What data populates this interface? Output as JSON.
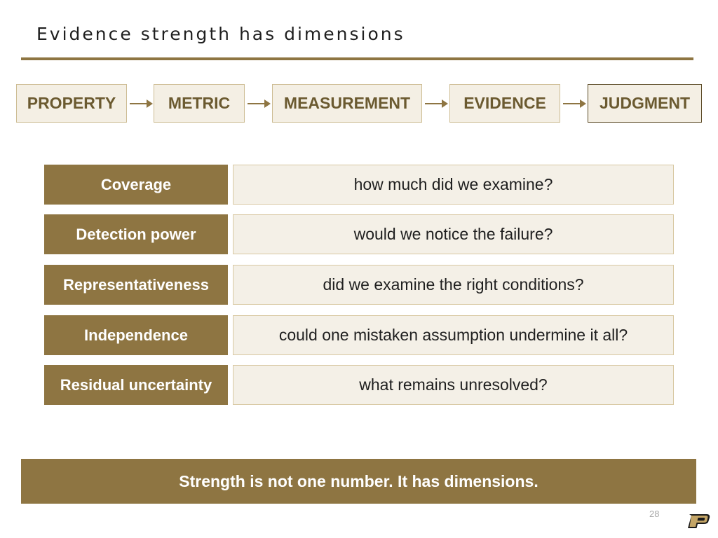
{
  "slide": {
    "title": "Evidence strength has dimensions",
    "page_number": "28"
  },
  "flow": {
    "steps": [
      "PROPERTY",
      "METRIC",
      "MEASUREMENT",
      "EVIDENCE",
      "JUDGMENT"
    ]
  },
  "dimensions": [
    {
      "name": "Coverage",
      "question": "how much did we examine?"
    },
    {
      "name": "Detection power",
      "question": "would we notice the failure?"
    },
    {
      "name": "Representativeness",
      "question": "did we examine the right conditions?"
    },
    {
      "name": "Independence",
      "question": "could one mistaken assumption undermine it all?"
    },
    {
      "name": "Residual uncertainty",
      "question": "what remains unresolved?"
    }
  ],
  "banner": {
    "text": "Strength is not one number. It has dimensions."
  },
  "colors": {
    "accent_gold": "#8e7542",
    "box_fill": "#f4efe4",
    "box_border": "#cdbc93",
    "flow_text": "#6b5a30"
  },
  "icons": {
    "flow_arrow": "right-arrow-icon",
    "logo": "purdue-p-logo"
  }
}
